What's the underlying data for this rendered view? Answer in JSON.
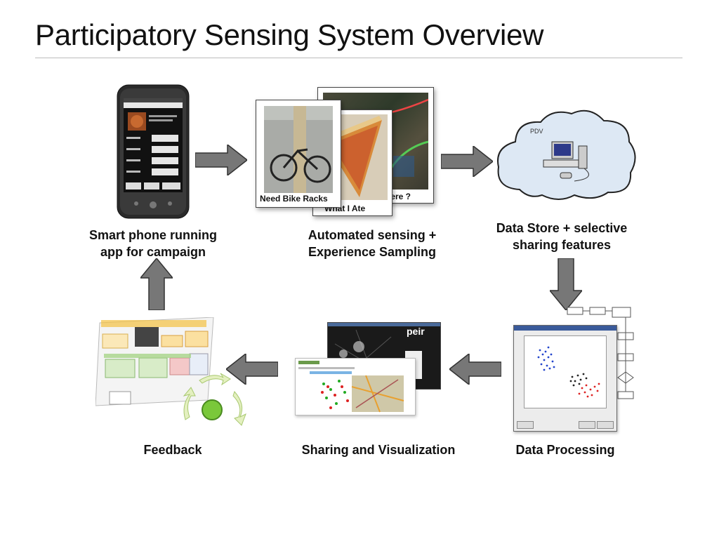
{
  "title": "Participatory Sensing System Overview",
  "nodes": {
    "phone": {
      "label_line1": "Smart phone running",
      "label_line2": "app for campaign"
    },
    "sensing": {
      "label_line1": "Automated sensing +",
      "label_line2": "Experience Sampling",
      "photos": {
        "bike": "Need Bike Racks",
        "pizza": "What I Ate",
        "map": "here ?"
      }
    },
    "store": {
      "label_line1": "Data Store + selective",
      "label_line2": "sharing features",
      "cloud_text": "PDV"
    },
    "processing": {
      "label": "Data Processing"
    },
    "sharing": {
      "label": "Sharing and Visualization",
      "peir_logo": "peir"
    },
    "feedback": {
      "label": "Feedback"
    }
  },
  "colors": {
    "arrow": "#666666",
    "cloud": "#dde8f4",
    "text": "#111111"
  }
}
